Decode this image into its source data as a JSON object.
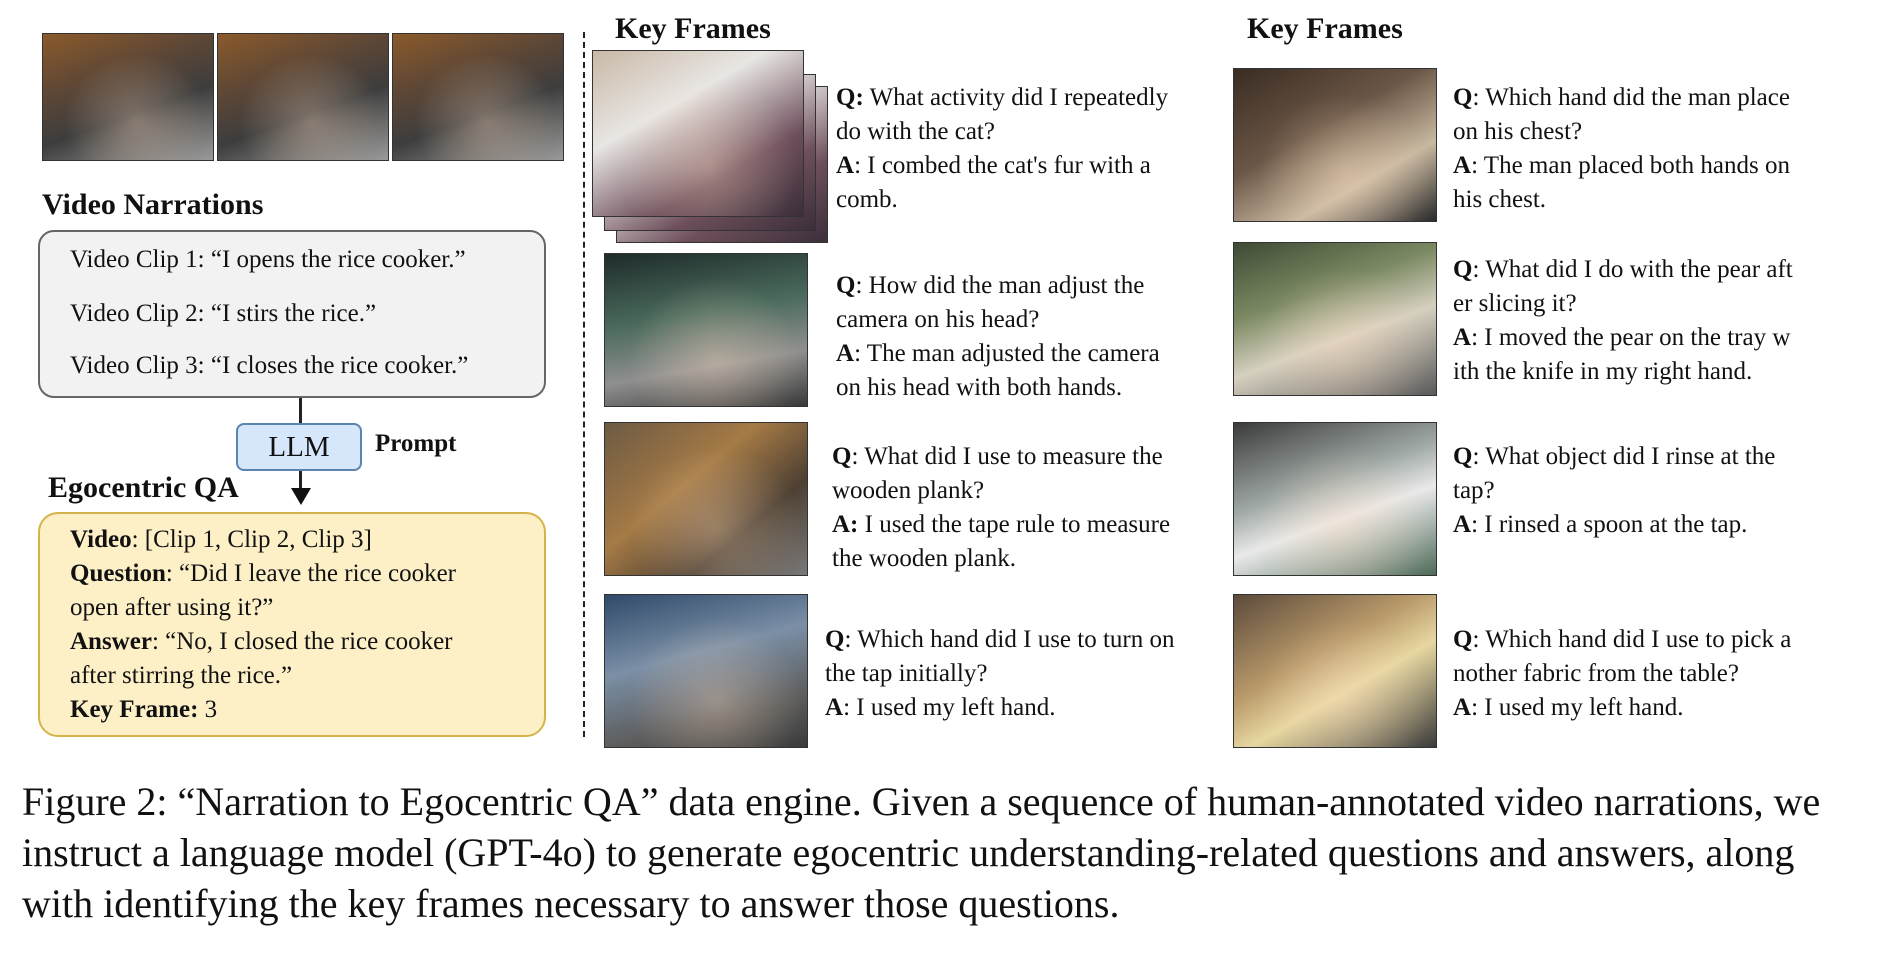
{
  "left_panel": {
    "narrations_heading": "Video Narrations",
    "narrations": [
      "Video Clip 1: “I opens the rice cooker.”",
      "Video Clip 2: “I stirs the rice.”",
      "Video Clip 3: “I closes the rice cooker.”"
    ],
    "llm_label": "LLM",
    "prompt_label": "Prompt",
    "qa_heading": "Egocentric QA",
    "qa": {
      "video_label": "Video",
      "video_value": ": [Clip 1, Clip 2, Clip 3]",
      "question_label": "Question",
      "question_value_1": ": “Did I leave the rice cooker",
      "question_value_2": "open after using it?”",
      "answer_label": "Answer",
      "answer_value_1": ": “No, I closed the rice cooker",
      "answer_value_2": "after stirring the rice.”",
      "keyframe_label": "Key Frame:",
      "keyframe_value": " 3"
    }
  },
  "middle_panel": {
    "heading": "Key Frames",
    "items": [
      {
        "q_label": "Q:",
        "q1": " What activity did I repeatedly",
        "q2": "do with the cat?",
        "a_label": "A",
        "a1": ": I combed the cat's fur with a",
        "a2": "comb."
      },
      {
        "q_label": "Q",
        "q1": ": How did the man adjust the",
        "q2": "camera on his head?",
        "a_label": "A",
        "a1": ": The man adjusted the camera",
        "a2": "on his head with both hands."
      },
      {
        "q_label": "Q",
        "q1": ": What did I use to measure the",
        "q2": "wooden plank?",
        "a_label": "A:",
        "a1": " I used the tape rule to measure",
        "a2": "the wooden plank."
      },
      {
        "q_label": "Q",
        "q1": ": Which hand did I use to turn on",
        "q2": "the tap initially?",
        "a_label": "A",
        "a1": ": I used my left hand.",
        "a2": ""
      }
    ]
  },
  "right_panel": {
    "heading": "Key Frames",
    "items": [
      {
        "q_label": "Q",
        "q1": ": Which hand did the man place",
        "q2": "on his chest?",
        "a_label": "A",
        "a1": ": The man placed both hands on",
        "a2": "his chest."
      },
      {
        "q_label": "Q",
        "q1": ": What did I do with the pear aft",
        "q2": "er slicing it?",
        "a_label": "A",
        "a1": ": I moved the pear on the tray w",
        "a2": "ith the knife in my right hand."
      },
      {
        "q_label": "Q",
        "q1": ": What object did I rinse at the",
        "q2": "tap?",
        "a_label": "A",
        "a1": ": I rinsed a spoon at the tap.",
        "a2": ""
      },
      {
        "q_label": "Q",
        "q1": ": Which hand did I use to pick a",
        "q2": "nother fabric from the table?",
        "a_label": "A",
        "a1": ": I used my left hand.",
        "a2": ""
      }
    ]
  },
  "caption": "Figure 2: “Narration to Egocentric QA” data engine. Given a sequence of human-annotated video narrations, we instruct a language model (GPT-4o) to generate egocentric understanding-related questions and answers, along with identifying the key frames necessary to answer those questions."
}
